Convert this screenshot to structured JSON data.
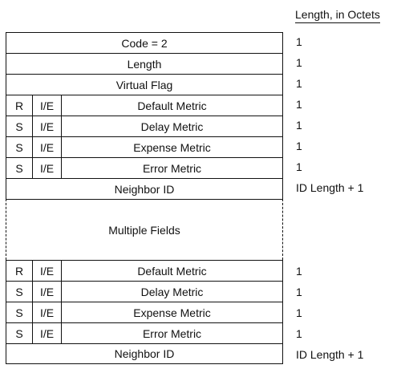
{
  "header": "Length, in Octets",
  "rows": [
    {
      "type": "full",
      "label": "Code = 2",
      "length": "1"
    },
    {
      "type": "full",
      "label": "Length",
      "length": "1"
    },
    {
      "type": "full",
      "label": "Virtual Flag",
      "length": "1"
    },
    {
      "type": "metric",
      "flag": "R",
      "ie": "I/E",
      "label": "Default Metric",
      "length": "1"
    },
    {
      "type": "metric",
      "flag": "S",
      "ie": "I/E",
      "label": "Delay Metric",
      "length": "1"
    },
    {
      "type": "metric",
      "flag": "S",
      "ie": "I/E",
      "label": "Expense Metric",
      "length": "1"
    },
    {
      "type": "metric",
      "flag": "S",
      "ie": "I/E",
      "label": "Error Metric",
      "length": "1"
    },
    {
      "type": "full",
      "label": "Neighbor ID",
      "length": "ID Length + 1"
    },
    {
      "type": "multi",
      "label": "Multiple Fields",
      "length": ""
    },
    {
      "type": "metric",
      "flag": "R",
      "ie": "I/E",
      "label": "Default Metric",
      "length": "1"
    },
    {
      "type": "metric",
      "flag": "S",
      "ie": "I/E",
      "label": "Delay Metric",
      "length": "1"
    },
    {
      "type": "metric",
      "flag": "S",
      "ie": "I/E",
      "label": "Expense Metric",
      "length": "1"
    },
    {
      "type": "metric",
      "flag": "S",
      "ie": "I/E",
      "label": "Error Metric",
      "length": "1"
    },
    {
      "type": "full",
      "label": "Neighbor ID",
      "length": "ID Length + 1"
    }
  ]
}
